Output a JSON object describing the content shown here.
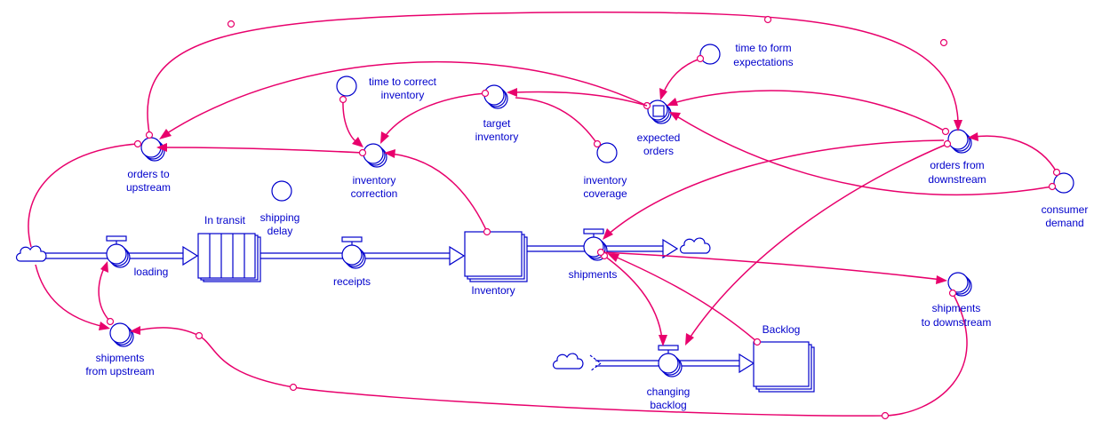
{
  "colors": {
    "structure": "#0000cc",
    "link": "#e8006c",
    "background": "#ffffff"
  },
  "labels": {
    "in_transit": "In transit",
    "shipping_delay_1": "shipping",
    "shipping_delay_2": "delay",
    "loading": "loading",
    "receipts": "receipts",
    "inventory": "Inventory",
    "shipments": "shipments",
    "backlog": "Backlog",
    "changing_backlog_1": "changing",
    "changing_backlog_2": "backlog",
    "orders_to_upstream_1": "orders to",
    "orders_to_upstream_2": "upstream",
    "inventory_correction_1": "inventory",
    "inventory_correction_2": "correction",
    "time_to_correct_1": "time to correct",
    "time_to_correct_2": "inventory",
    "target_inventory_1": "target",
    "target_inventory_2": "inventory",
    "inventory_coverage_1": "inventory",
    "inventory_coverage_2": "coverage",
    "expected_orders_1": "expected",
    "expected_orders_2": "orders",
    "time_to_form_1": "time to form",
    "time_to_form_2": "expectations",
    "orders_from_downstream_1": "orders from",
    "orders_from_downstream_2": "downstream",
    "consumer_demand_1": "consumer",
    "consumer_demand_2": "demand",
    "shipments_to_downstream_1": "shipments",
    "shipments_to_downstream_2": "to downstream",
    "shipments_from_upstream_1": "shipments",
    "shipments_from_upstream_2": "from upstream"
  }
}
